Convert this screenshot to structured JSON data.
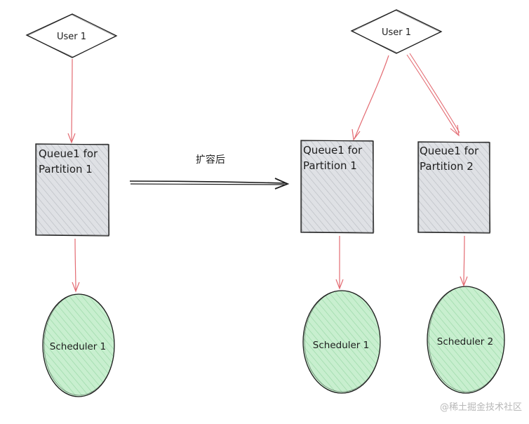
{
  "diagram": {
    "left": {
      "user": "User 1",
      "queue": {
        "line1": "Queue1 for",
        "line2": "Partition 1"
      },
      "scheduler": "Scheduler 1"
    },
    "transition_label": "扩容后",
    "right": {
      "user": "User 1",
      "queue1": {
        "line1": "Queue1 for",
        "line2": "Partition 1"
      },
      "queue2": {
        "line1": "Queue1 for",
        "line2": "Partition 2"
      },
      "scheduler1": "Scheduler 1",
      "scheduler2": "Scheduler 2"
    },
    "colors": {
      "queue_fill": "#dfe1e5",
      "queue_hatch": "#b9bcc2",
      "scheduler_fill": "#c8efcf",
      "scheduler_hatch": "#9bd9a8",
      "arrow_red": "#e36b72",
      "stroke": "#1e1e1e"
    }
  },
  "watermark": "@稀土掘金技术社区"
}
